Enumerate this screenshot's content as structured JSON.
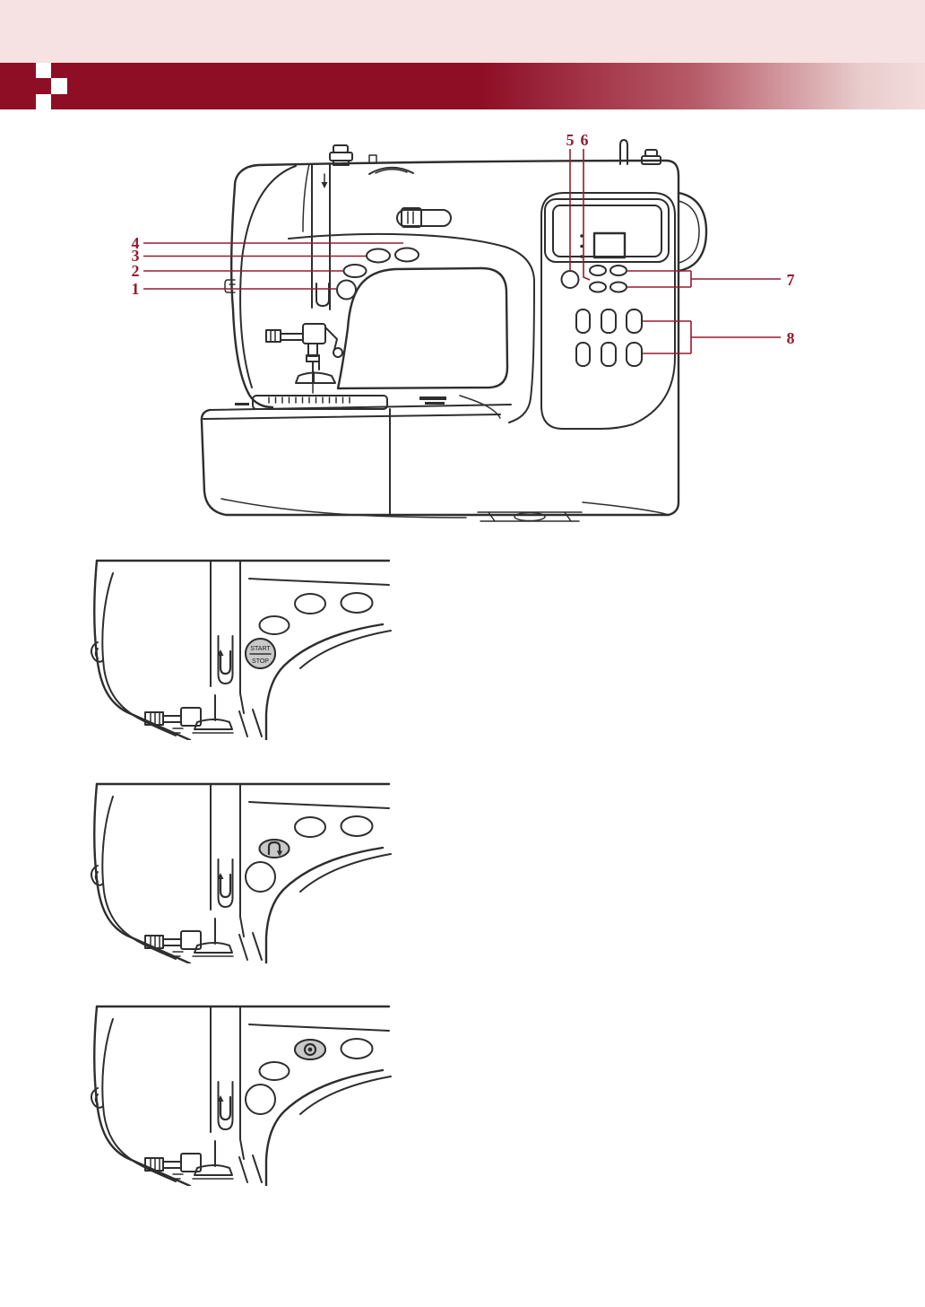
{
  "page": {
    "band_color": "#f6e2e2",
    "banner_color": "#8e0e26",
    "banner_fade_color": "#f3dcdc",
    "background": "#ffffff"
  },
  "main_figure": {
    "description": "sewing machine front view line diagram with numbered callouts",
    "callouts": [
      "1",
      "2",
      "3",
      "4",
      "5",
      "6",
      "7",
      "8"
    ]
  },
  "detail_figures": [
    {
      "highlight": "start-stop-button",
      "label_top": "START",
      "label_bottom": "STOP"
    },
    {
      "highlight": "reverse-stitch-button",
      "icon": "reverse-stitch-icon"
    },
    {
      "highlight": "auto-lock-button",
      "icon": "auto-lock-icon"
    }
  ],
  "icons": {
    "needle_threading_slot": "threading-slot-up-arrow-icon",
    "reverse_stitch": "inverted-u-down-arrow-icon",
    "auto_lock": "circled-dot-icon",
    "thread_guide_arrow": "down-arrow-icon"
  },
  "colors": {
    "line": "#2e2e2e",
    "callout": "#951c30",
    "button_highlight_fill": "#c9c9c9"
  }
}
